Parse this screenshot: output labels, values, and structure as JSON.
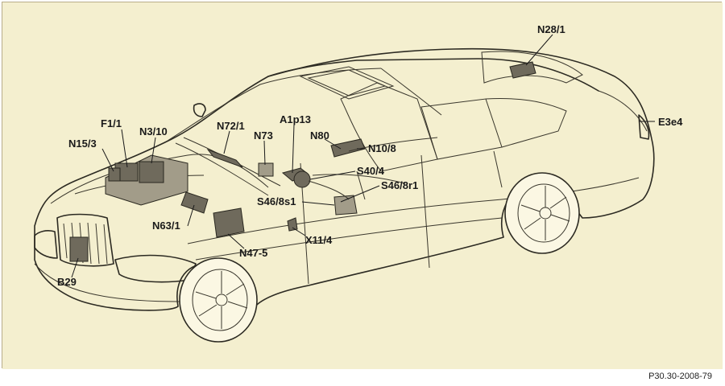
{
  "colors": {
    "background": "#f4efcf",
    "car_fill": "#fbf7e3",
    "line": "#2c2a22",
    "component": "#6f6a5c"
  },
  "figure_reference": "P30.30-2008-79",
  "labels": {
    "n28_1": "N28/1",
    "e3e4": "E3e4",
    "f1_1": "F1/1",
    "n3_10": "N3/10",
    "n15_3": "N15/3",
    "n72_1": "N72/1",
    "n73": "N73",
    "a1p13": "A1p13",
    "n80": "N80",
    "n10_8": "N10/8",
    "s40_4": "S40/4",
    "s46_8r1": "S46/8r1",
    "s46_8s1": "S46/8s1",
    "n63_1": "N63/1",
    "x11_4": "X11/4",
    "n47_5": "N47-5",
    "b29": "B29"
  }
}
